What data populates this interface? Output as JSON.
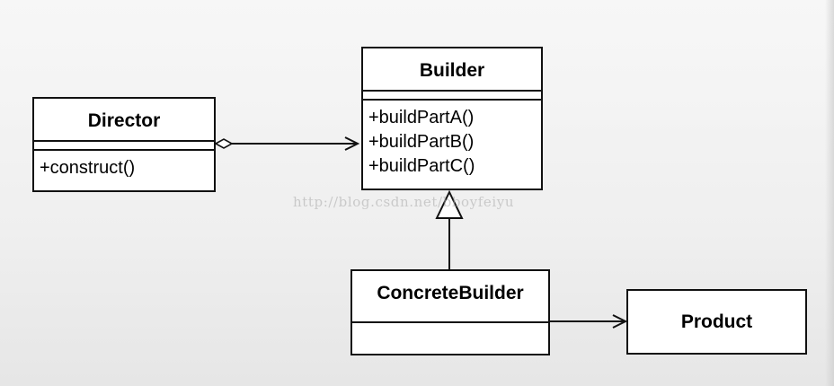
{
  "classes": {
    "director": {
      "name": "Director",
      "operations": [
        "+construct()"
      ]
    },
    "builder": {
      "name": "Builder",
      "operations": [
        "+buildPartA()",
        "+buildPartB()",
        "+buildPartC()"
      ]
    },
    "concrete_builder": {
      "name": "ConcreteBuilder"
    },
    "product": {
      "name": "Product"
    }
  },
  "watermark": "http://blog.csdn.net/bboyfeiyu"
}
